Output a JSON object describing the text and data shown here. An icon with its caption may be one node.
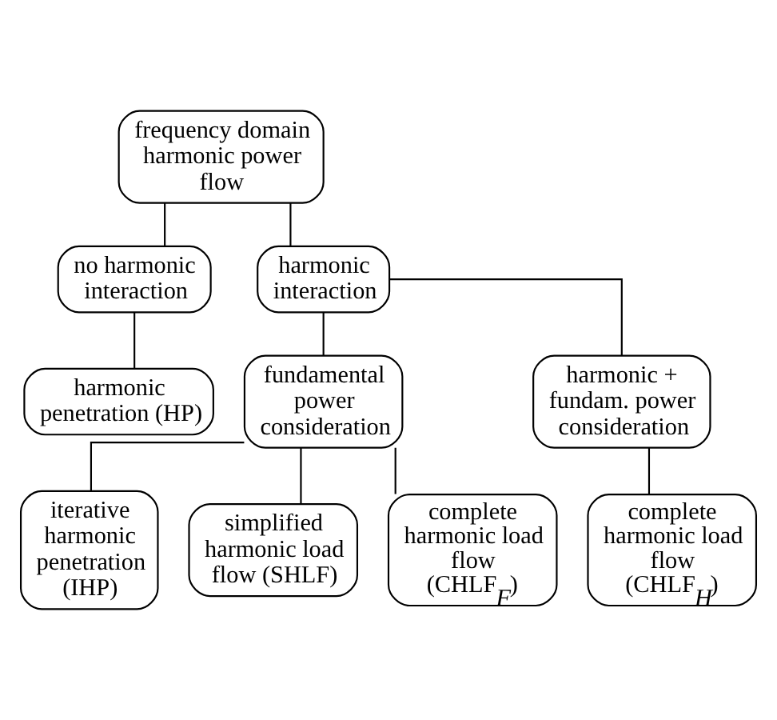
{
  "diagram": {
    "nodes": [
      {
        "text": [
          "frequency domain harmonic power flow"
        ]
      },
      {
        "text": [
          "no harmonic interaction"
        ]
      },
      {
        "text": [
          "harmonic interaction"
        ]
      },
      {
        "text": [
          "harmonic penetration (HP)"
        ]
      },
      {
        "text": [
          "fundamental power consideration"
        ]
      },
      {
        "text": [
          "harmonic + fundam. power consideration"
        ]
      },
      {
        "text": [
          "iterative harmonic penetration (IHP)"
        ]
      },
      {
        "text": [
          "simplified harmonic load flow (SHLF)"
        ]
      },
      {
        "text": [
          "complete harmonic load flow (CHLF$_{F}$)"
        ]
      },
      {
        "text": [
          "complete harmonic load flow (CHLF$_{H}$)"
        ]
      }
    ],
    "edges": [
      {
        "from": 0,
        "to": 1,
        "arrow": "none"
      },
      {
        "from": 0,
        "to": 2,
        "arrow": "none"
      },
      {
        "from": 1,
        "to": 3,
        "arrow": "none"
      },
      {
        "from": 2,
        "to": 4,
        "arrow": "none"
      },
      {
        "from": 2,
        "to": 5,
        "arrow": "none"
      },
      {
        "from": 4,
        "to": 6,
        "arrow": "none"
      },
      {
        "from": 4,
        "to": 7,
        "arrow": "none"
      },
      {
        "from": 4,
        "to": 8,
        "arrow": "none"
      },
      {
        "from": 5,
        "to": 9,
        "arrow": "none"
      }
    ]
  }
}
